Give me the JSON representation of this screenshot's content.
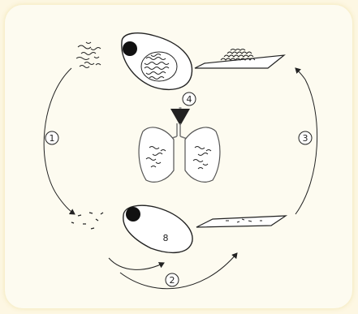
{
  "colors": {
    "outer_background": "#fdf7e3",
    "panel_background": "#fdfbf0",
    "line": "#222222",
    "lung_outline": "#555555"
  },
  "steps": {
    "step1": "1",
    "step2": "2",
    "step3": "3",
    "step4": "4"
  },
  "cell_label": "8"
}
